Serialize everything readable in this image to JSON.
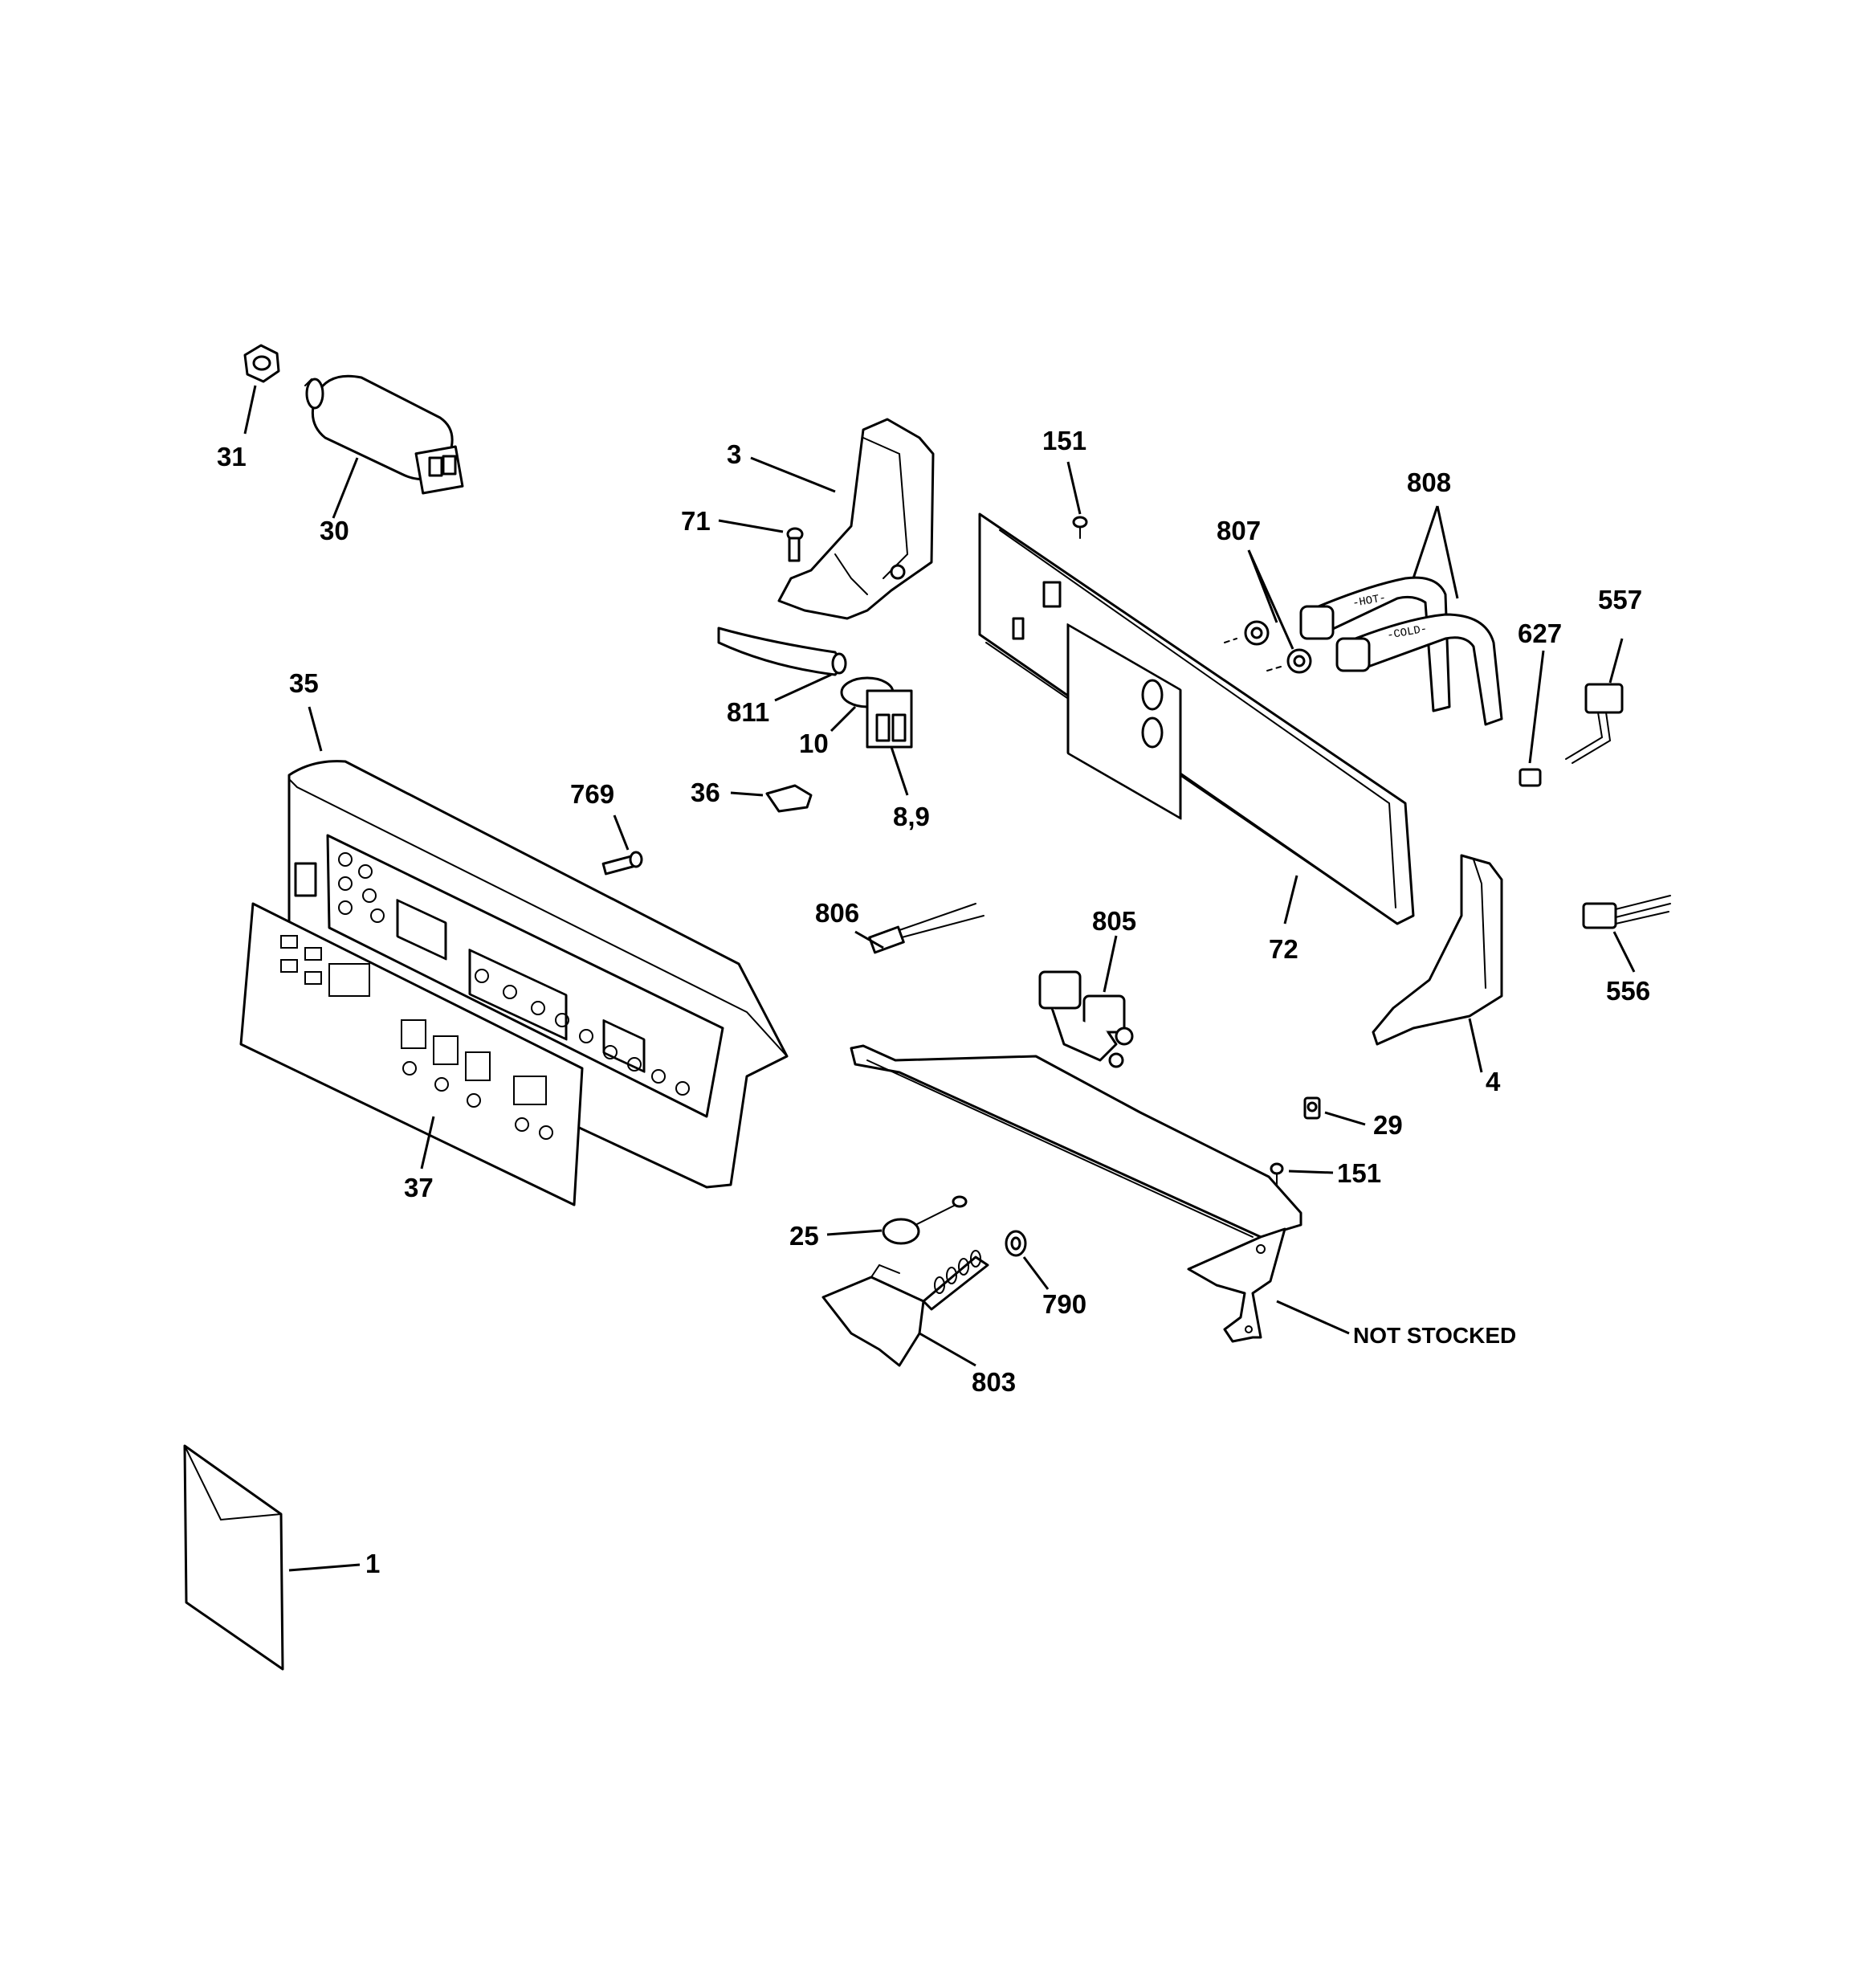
{
  "callouts": {
    "c31": "31",
    "c30": "30",
    "c3": "3",
    "c71": "71",
    "c151a": "151",
    "c808": "808",
    "c807": "807",
    "c557": "557",
    "c627": "627",
    "c811": "811",
    "c10": "10",
    "c8_9": "8,9",
    "c36": "36",
    "c35": "35",
    "c769": "769",
    "c72": "72",
    "c806": "806",
    "c805": "805",
    "c4": "4",
    "c556": "556",
    "c29": "29",
    "c151b": "151",
    "c37": "37",
    "c25": "25",
    "c790": "790",
    "c803": "803",
    "c1": "1",
    "not_stocked": "NOT STOCKED"
  },
  "hose_labels": {
    "hot": "-HOT-",
    "cold": "-COLD-"
  }
}
